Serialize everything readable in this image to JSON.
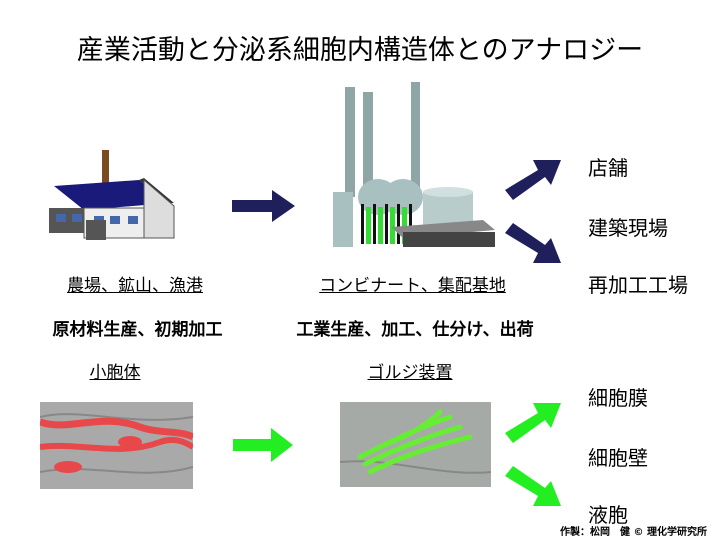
{
  "title": "産業活動と分泌系細胞内構造体とのアナロジー",
  "industry": {
    "source_label": "農場、鉱山、漁港",
    "source_role": "原材料生産、初期加工",
    "hub_label": "コンビナート、集配基地",
    "hub_role": "工業生産、加工、仕分け、出荷",
    "destinations": [
      "店舗",
      "建築現場",
      "再加工工場"
    ]
  },
  "cell": {
    "source_label": "小胞体",
    "hub_label": "ゴルジ装置",
    "destinations": [
      "細胞膜",
      "細胞壁",
      "液胞"
    ]
  },
  "credit": "作製：松岡　健 © 理化学研究所",
  "colors": {
    "industry_arrow": "#1f1f5c",
    "cell_arrow": "#22ee22",
    "er_stain": "#e8484a",
    "golgi_stain": "#66ee33"
  }
}
